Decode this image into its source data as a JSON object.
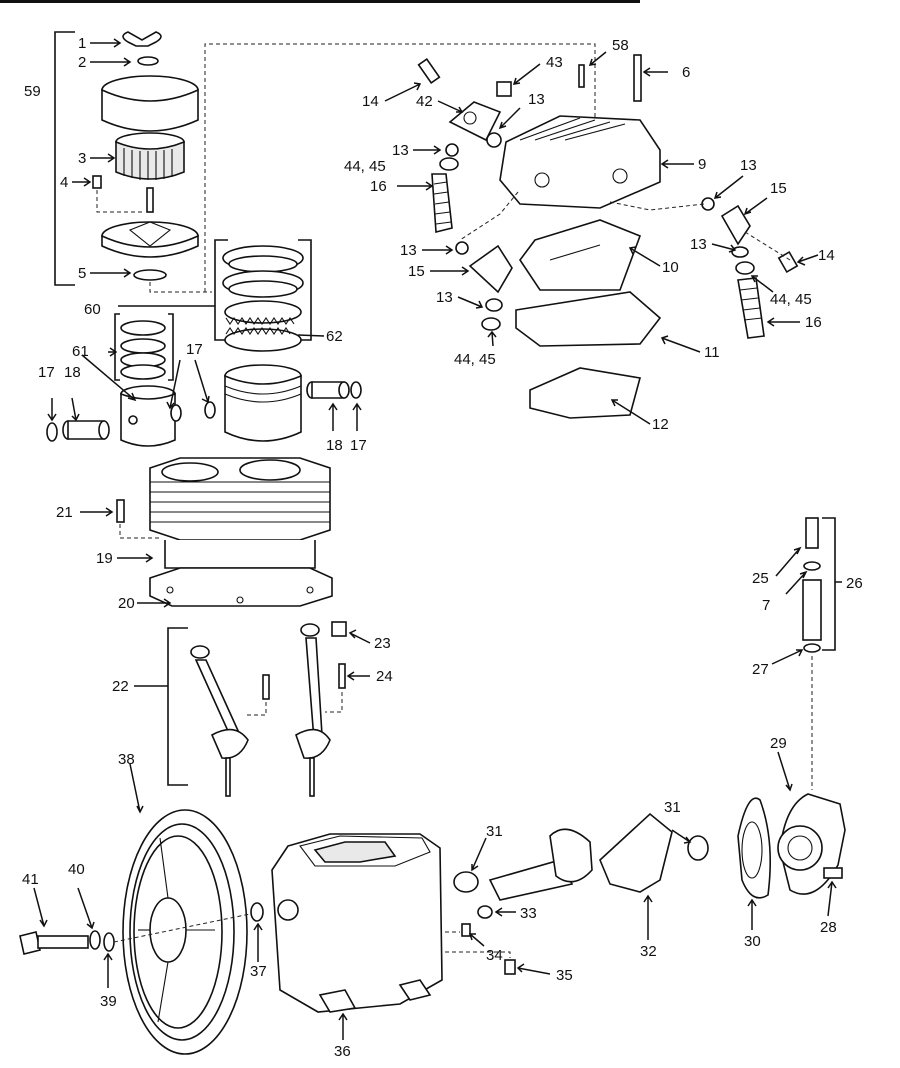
{
  "labels": [
    {
      "id": "p1",
      "text": "1"
    },
    {
      "id": "p2",
      "text": "2"
    },
    {
      "id": "p59",
      "text": "59"
    },
    {
      "id": "p3",
      "text": "3"
    },
    {
      "id": "p4",
      "text": "4"
    },
    {
      "id": "p5",
      "text": "5"
    },
    {
      "id": "p60",
      "text": "60"
    },
    {
      "id": "p61",
      "text": "61"
    },
    {
      "id": "p62",
      "text": "62"
    },
    {
      "id": "p17a",
      "text": "17"
    },
    {
      "id": "p17b",
      "text": "17"
    },
    {
      "id": "p17c",
      "text": "17"
    },
    {
      "id": "p18a",
      "text": "18"
    },
    {
      "id": "p18b",
      "text": "18"
    },
    {
      "id": "p21",
      "text": "21"
    },
    {
      "id": "p19",
      "text": "19"
    },
    {
      "id": "p20",
      "text": "20"
    },
    {
      "id": "p22",
      "text": "22"
    },
    {
      "id": "p23",
      "text": "23"
    },
    {
      "id": "p24",
      "text": "24"
    },
    {
      "id": "p58",
      "text": "58"
    },
    {
      "id": "p6",
      "text": "6"
    },
    {
      "id": "p43",
      "text": "43"
    },
    {
      "id": "p14a",
      "text": "14"
    },
    {
      "id": "p14b",
      "text": "14"
    },
    {
      "id": "p42",
      "text": "42"
    },
    {
      "id": "p13a",
      "text": "13"
    },
    {
      "id": "p13b",
      "text": "13"
    },
    {
      "id": "p13c",
      "text": "13"
    },
    {
      "id": "p13d",
      "text": "13"
    },
    {
      "id": "p13e",
      "text": "13"
    },
    {
      "id": "p13f",
      "text": "13"
    },
    {
      "id": "p4445a",
      "text": "44, 45"
    },
    {
      "id": "p4445b",
      "text": "44, 45"
    },
    {
      "id": "p4445c",
      "text": "44, 45"
    },
    {
      "id": "p16a",
      "text": "16"
    },
    {
      "id": "p16b",
      "text": "16"
    },
    {
      "id": "p9",
      "text": "9"
    },
    {
      "id": "p15a",
      "text": "15"
    },
    {
      "id": "p15b",
      "text": "15"
    },
    {
      "id": "p10",
      "text": "10"
    },
    {
      "id": "p11",
      "text": "11"
    },
    {
      "id": "p12",
      "text": "12"
    },
    {
      "id": "p25",
      "text": "25"
    },
    {
      "id": "p7",
      "text": "7"
    },
    {
      "id": "p26",
      "text": "26"
    },
    {
      "id": "p27",
      "text": "27"
    },
    {
      "id": "p29",
      "text": "29"
    },
    {
      "id": "p38",
      "text": "38"
    },
    {
      "id": "p41",
      "text": "41"
    },
    {
      "id": "p40",
      "text": "40"
    },
    {
      "id": "p39",
      "text": "39"
    },
    {
      "id": "p37",
      "text": "37"
    },
    {
      "id": "p36",
      "text": "36"
    },
    {
      "id": "p31a",
      "text": "31"
    },
    {
      "id": "p31b",
      "text": "31"
    },
    {
      "id": "p33",
      "text": "33"
    },
    {
      "id": "p34",
      "text": "34"
    },
    {
      "id": "p35",
      "text": "35"
    },
    {
      "id": "p32",
      "text": "32"
    },
    {
      "id": "p30",
      "text": "30"
    },
    {
      "id": "p28",
      "text": "28"
    }
  ]
}
